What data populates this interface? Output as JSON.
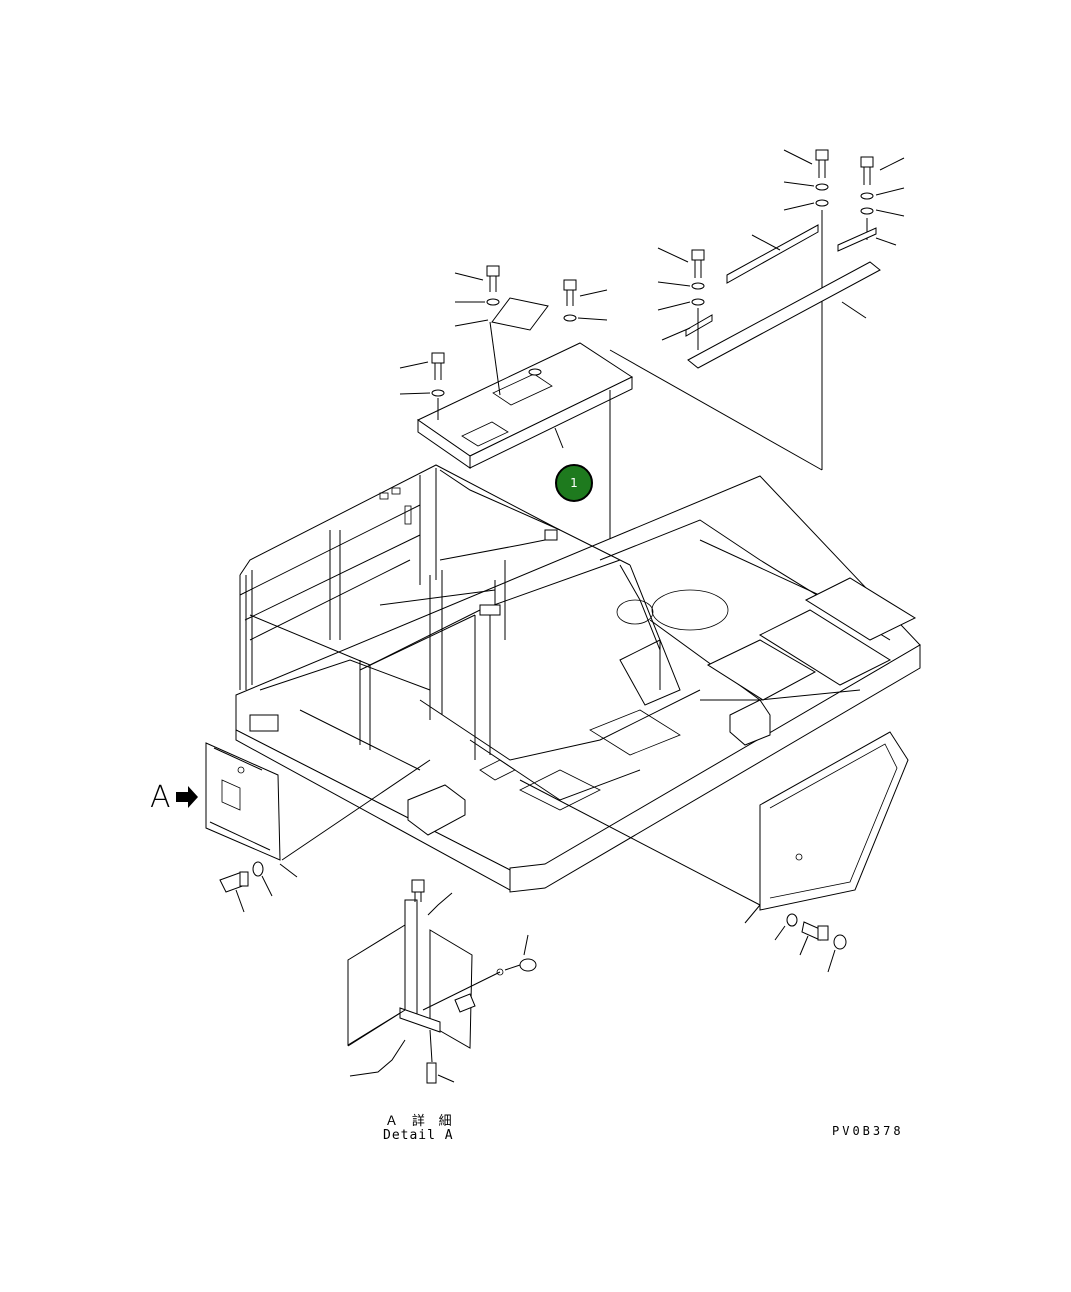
{
  "callouts": [
    {
      "number": "1",
      "color": "#1e7a1e"
    }
  ],
  "view_marker": {
    "letter": "A",
    "arrow_icon": "arrow-right-icon"
  },
  "detail_caption": {
    "jp": "Ａ 詳 細",
    "en": "Detail A"
  },
  "drawing_code": "PV0B378"
}
